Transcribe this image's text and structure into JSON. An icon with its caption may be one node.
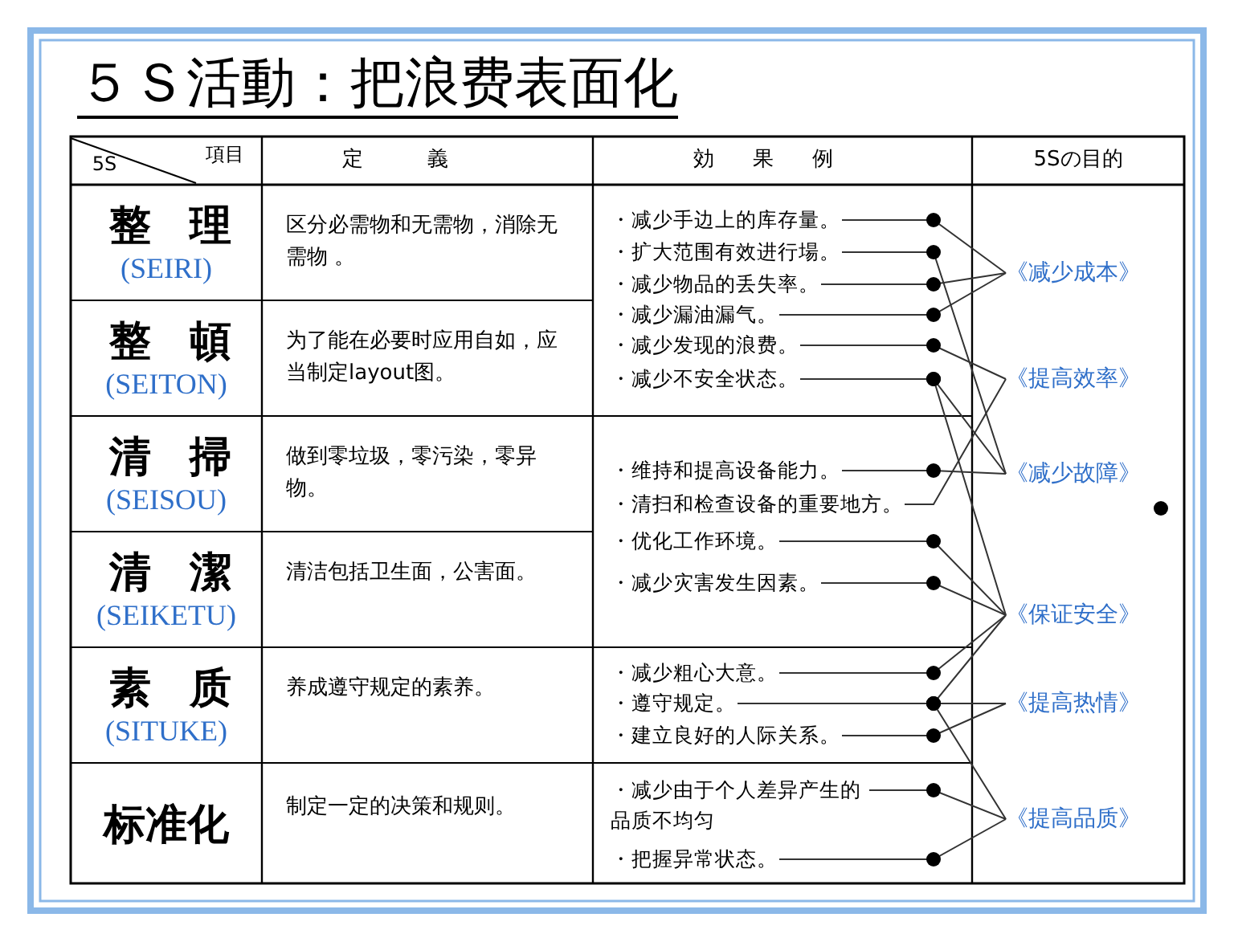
{
  "diagram": {
    "title": "５Ｓ活動：把浪费表面化",
    "nodes": [
      {
        "text": [
          "・减少手边上的库存量。"
        ]
      },
      {
        "text": [
          "・扩大范围有效进行場。"
        ]
      },
      {
        "text": [
          "・减少物品的丢失率。"
        ]
      },
      {
        "text": [
          "・减少漏油漏气。"
        ]
      },
      {
        "text": [
          "・减少发现的浪费。"
        ]
      },
      {
        "text": [
          "・减少不安全状态。"
        ]
      },
      {
        "text": [
          "・维持和提高设备能力。"
        ]
      },
      {
        "text": [
          "・清扫和检查设备的重要地方。"
        ]
      },
      {
        "text": [
          "・优化工作环境。"
        ]
      },
      {
        "text": [
          "・减少灾害发生因素。"
        ]
      },
      {
        "text": [
          "・减少粗心大意。"
        ]
      },
      {
        "text": [
          "・遵守规定。"
        ]
      },
      {
        "text": [
          "・建立良好的人际关系。"
        ]
      },
      {
        "text": [
          "・减少由于个人差异产生的品质不均匀"
        ]
      },
      {
        "text": [
          "・把握异常状态。"
        ]
      },
      {
        "text": [
          "《减少成本》"
        ]
      },
      {
        "text": [
          "《提高效率》"
        ]
      },
      {
        "text": [
          "《减少故障》"
        ]
      },
      {
        "text": [
          "《保证安全》"
        ]
      },
      {
        "text": [
          "《提高热情》"
        ]
      },
      {
        "text": [
          "《提高品质》"
        ]
      },
      {
        "text": [],
        "shape": "circle"
      }
    ],
    "edges": [
      {
        "from": 0,
        "to": 15,
        "arrow": "other"
      },
      {
        "from": 2,
        "to": 15,
        "arrow": "other"
      },
      {
        "from": 3,
        "to": 15,
        "arrow": "other"
      },
      {
        "from": 4,
        "to": 16,
        "arrow": "other"
      },
      {
        "from": 7,
        "to": 16,
        "arrow": "none"
      },
      {
        "from": 1,
        "to": 17,
        "arrow": "other"
      },
      {
        "from": 5,
        "to": 17,
        "arrow": "other"
      },
      {
        "from": 6,
        "to": 17,
        "arrow": "other"
      },
      {
        "from": 5,
        "to": 18,
        "arrow": "other"
      },
      {
        "from": 8,
        "to": 18,
        "arrow": "other"
      },
      {
        "from": 9,
        "to": 18,
        "arrow": "other"
      },
      {
        "from": 10,
        "to": 18,
        "arrow": "other"
      },
      {
        "from": 11,
        "to": 18,
        "arrow": "other"
      },
      {
        "from": 11,
        "to": 19,
        "arrow": "other"
      },
      {
        "from": 12,
        "to": 19,
        "arrow": "other"
      },
      {
        "from": 11,
        "to": 20,
        "arrow": "other"
      },
      {
        "from": 13,
        "to": 20,
        "arrow": "other"
      },
      {
        "from": 14,
        "to": 20,
        "arrow": "other"
      }
    ],
    "labels": [
      "5S",
      "項目",
      "定義",
      "効果例",
      "5Sの目的",
      "整理",
      "(SEIRI)",
      "区分必需物和无需物，消除无需物 。",
      "整頓",
      "(SEITON)",
      "为了能在必要时应用自如，应当制定layout图。",
      "清掃",
      "(SEISOU)",
      "做到零垃圾，零污染，零异物。",
      "清潔",
      "(SEIKETU)",
      "清洁包括卫生面，公害面。",
      "素质",
      "(SITUKE)",
      "养成遵守规定的素养。",
      "标准化",
      "制定一定的决策和规则。"
    ]
  }
}
